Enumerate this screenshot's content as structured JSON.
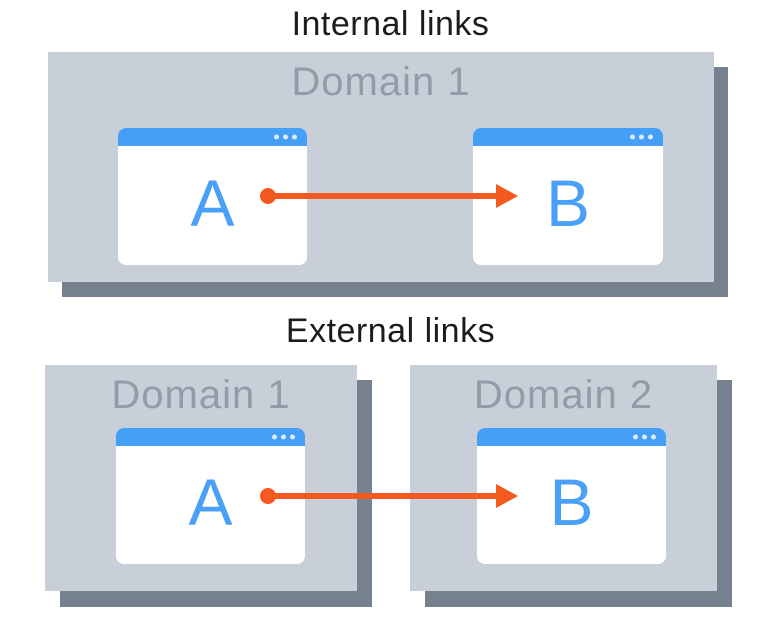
{
  "internal": {
    "title": "Internal links",
    "domain": {
      "label": "Domain 1"
    },
    "window_a": {
      "letter": "A"
    },
    "window_b": {
      "letter": "B"
    },
    "link": {
      "from": "A",
      "to": "B",
      "type": "internal"
    }
  },
  "external": {
    "title": "External links",
    "domain_1": {
      "label": "Domain 1"
    },
    "domain_2": {
      "label": "Domain 2"
    },
    "window_a": {
      "letter": "A"
    },
    "window_b": {
      "letter": "B"
    },
    "link": {
      "from": "A",
      "to": "B",
      "type": "external"
    }
  },
  "colors": {
    "domain_box": "#c9cfd8",
    "domain_box_shadow": "#76818f",
    "window_titlebar": "#459ff7",
    "window_body": "#ffffff",
    "page_letter": "#4aa0f6",
    "link_arrow": "#f4591f",
    "domain_label": "#939ba9",
    "section_title": "#1c1c1c"
  },
  "icons": {
    "window_menu_dots": "•••"
  }
}
